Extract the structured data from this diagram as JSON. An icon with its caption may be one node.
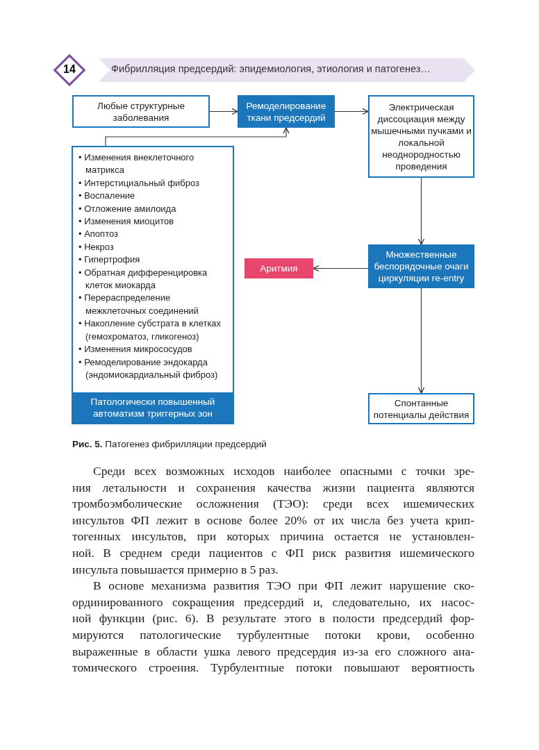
{
  "diagram": {
    "caption": "**Рис. 5.** Патогенез фибрилляции предсердий",
    "nodes": [
      {
        "text": [
          "Любые структурные заболевания"
        ]
      },
      {
        "text": [
          "Ремоделирование ткани предсердий"
        ]
      },
      {
        "text": [
          "Электрическая диссоциация между мышечными пучками и локальной неоднородностью проведения"
        ]
      },
      {
        "text": [
          "• Изменения внеклеточного матрикса",
          "• Интерстициальный фиброз",
          "• Воспаление",
          "• Отложение амилоида",
          "• Изменения миоцитов",
          "• Апоптоз",
          "• Некроз",
          "• Гипертрофия",
          "• Обратная дифференцировка клеток миокарда",
          "• Перераспределение межклеточных соединений",
          "• Накопление субстрата в клетках (гемохроматоз, гликогеноз)",
          "• Изменения микрососудов",
          "• Ремоделирование эндокарда (эндомиокардиальный фиброз)"
        ]
      },
      {
        "text": [
          "Патологически повышенный автоматизм триггерных зон"
        ],
        "in": 3
      },
      {
        "text": [
          "Аритмия"
        ]
      },
      {
        "text": [
          "Множественные беспорядочные очаги циркуляции re-entry"
        ]
      },
      {
        "text": [
          "Спонтанные потенциалы действия"
        ]
      }
    ],
    "edges": [
      {
        "from": 0,
        "to": 1,
        "arrow": "to"
      },
      {
        "from": 1,
        "to": 2,
        "arrow": "to"
      },
      {
        "from": 3,
        "to": 1,
        "arrow": "to"
      },
      {
        "from": 2,
        "to": 6,
        "arrow": "to"
      },
      {
        "from": 6,
        "to": 5,
        "arrow": "to"
      },
      {
        "from": 6,
        "to": 7,
        "arrow": "to"
      }
    ],
    "labels": [
      "14",
      "Фибрилляция предсердий: эпидемиология, этиология и патогенез…",
      "Среди всех возможных исходов наиболее опасными с точки зре-",
      "ния летальности и сохранения качества жизни пациента являются",
      "тромбоэмболические осложнения (ТЭО): среди всех ишемических",
      "инсультов ФП лежит в основе более 20% от их числа без учета крип-",
      "тогенных инсультов, при которых причина остается не установлен-",
      "ной. В среднем среди пациентов с ФП риск развития ишемического",
      "инсульта повышается примерно в 5 раз.",
      "В основе механизма развития ТЭО при ФП лежит нарушение ско-",
      "ординированного сокращения предсердий и, следовательно, их насос-",
      "ной функции (рис. 6). В результате этого в полости предсердий фор-",
      "мируются патологические турбулентные потоки крови, особенно",
      "выраженные в области ушка левого предсердия из-за его сложного ана-",
      "томического строения. Турбулентные потоки повышают вероятность"
    ]
  }
}
